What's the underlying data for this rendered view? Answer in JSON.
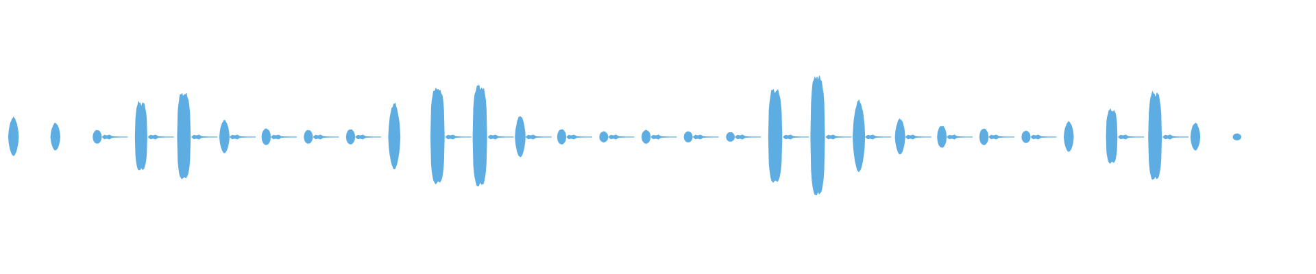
{
  "waveform": {
    "color": "#5dade2",
    "background": "#ffffff",
    "normalized_peak": 1.0,
    "events": [
      {
        "amp": 0.28,
        "ring": false,
        "taper": "swell"
      },
      {
        "amp": 0.2,
        "ring": false,
        "taper": "swell"
      },
      {
        "amp": 0.1,
        "ring": true,
        "taper": "flat"
      },
      {
        "amp": 0.57,
        "ring": true,
        "taper": "dip"
      },
      {
        "amp": 0.72,
        "ring": true,
        "taper": "dip"
      },
      {
        "amp": 0.24,
        "ring": true,
        "taper": "swell"
      },
      {
        "amp": 0.12,
        "ring": true,
        "taper": "flat"
      },
      {
        "amp": 0.1,
        "ring": true,
        "taper": "flat"
      },
      {
        "amp": 0.11,
        "ring": true,
        "taper": "flat"
      },
      {
        "amp": 0.48,
        "ring": false,
        "taper": "swell"
      },
      {
        "amp": 0.8,
        "ring": true,
        "taper": "dip"
      },
      {
        "amp": 0.84,
        "ring": true,
        "taper": "dip"
      },
      {
        "amp": 0.3,
        "ring": true,
        "taper": "swell"
      },
      {
        "amp": 0.11,
        "ring": true,
        "taper": "flat"
      },
      {
        "amp": 0.08,
        "ring": true,
        "taper": "flat"
      },
      {
        "amp": 0.1,
        "ring": true,
        "taper": "flat"
      },
      {
        "amp": 0.08,
        "ring": true,
        "taper": "flat"
      },
      {
        "amp": 0.07,
        "ring": true,
        "taper": "flat"
      },
      {
        "amp": 0.78,
        "ring": true,
        "taper": "dip"
      },
      {
        "amp": 1.0,
        "ring": true,
        "taper": "dip"
      },
      {
        "amp": 0.52,
        "ring": true,
        "taper": "swell"
      },
      {
        "amp": 0.26,
        "ring": true,
        "taper": "swell"
      },
      {
        "amp": 0.16,
        "ring": true,
        "taper": "flat"
      },
      {
        "amp": 0.12,
        "ring": true,
        "taper": "flat"
      },
      {
        "amp": 0.09,
        "ring": true,
        "taper": "flat"
      },
      {
        "amp": 0.22,
        "ring": false,
        "taper": "swell"
      },
      {
        "amp": 0.45,
        "ring": true,
        "taper": "dip"
      },
      {
        "amp": 0.73,
        "ring": true,
        "taper": "dip"
      },
      {
        "amp": 0.2,
        "ring": false,
        "taper": "swell"
      },
      {
        "amp": 0.05,
        "ring": false,
        "taper": "flat"
      }
    ]
  }
}
